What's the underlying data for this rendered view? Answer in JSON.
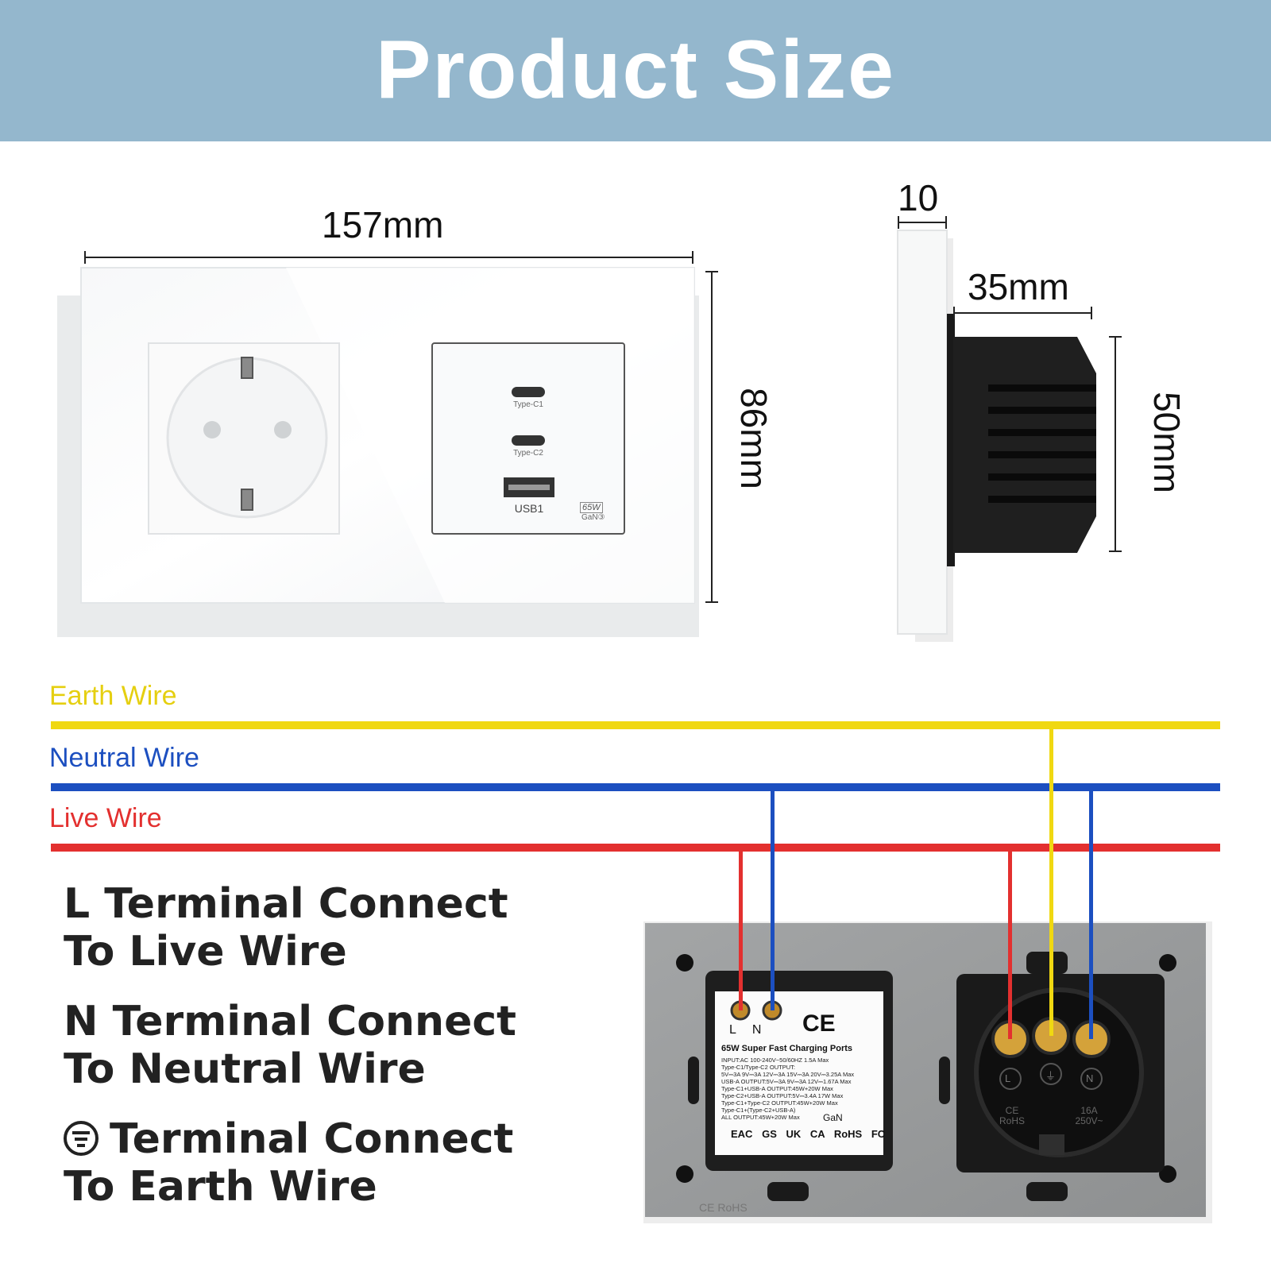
{
  "header": {
    "title": "Product Size"
  },
  "dimensions": {
    "width": "157mm",
    "height": "86mm",
    "thickness": "10",
    "depth": "35mm",
    "module_height": "50mm"
  },
  "usb_module": {
    "port1": "Type-C1",
    "port2": "Type-C2",
    "port3": "USB1",
    "badge": "65W",
    "badge_sub": "GaN③"
  },
  "wires": {
    "earth": {
      "label": "Earth Wire",
      "color": "#f0d811"
    },
    "neutral": {
      "label": "Neutral Wire",
      "color": "#1c4fc0"
    },
    "live": {
      "label": "Live Wire",
      "color": "#e3302f"
    }
  },
  "instructions": [
    {
      "line1": "L Terminal Connect",
      "line2": "To Live Wire"
    },
    {
      "line1": "N Terminal Connect",
      "line2": "To Neutral Wire"
    },
    {
      "line1": "Terminal Connect",
      "line2": "To Earth Wire"
    }
  ],
  "back_label": {
    "terminals": [
      "L",
      "N"
    ],
    "marks": "CE",
    "title": "65W Super Fast Charging Ports",
    "lines": [
      "INPUT:AC 100-240V~50/60HZ 1.5A Max",
      "Type-C1/Type-C2 OUTPUT:",
      "5V⎓3A 9V⎓3A 12V⎓3A 15V⎓3A 20V⎓3.25A Max",
      "USB-A OUTPUT:5V⎓3A 9V⎓3A 12V⎓1.67A Max",
      "Type-C1+USB-A OUTPUT:45W+20W Max",
      "Type-C2+USB-A OUTPUT:5V⎓3.4A 17W Max",
      "Type-C1+Type-C2 OUTPUT:45W+20W Max",
      "Type-C1+(Type-C2+USB-A)",
      "ALL OUTPUT:45W+20W Max"
    ],
    "gan": "GaN",
    "cert_row": [
      "EAC",
      "GS",
      "UK CA",
      "RoHS FC"
    ]
  },
  "socket_back": {
    "terminal_labels": [
      "L",
      "⏚",
      "N"
    ],
    "ce_rohs": "CE RoHS",
    "rating": "16A 250V~",
    "frame_mark": "CE RoHS"
  }
}
